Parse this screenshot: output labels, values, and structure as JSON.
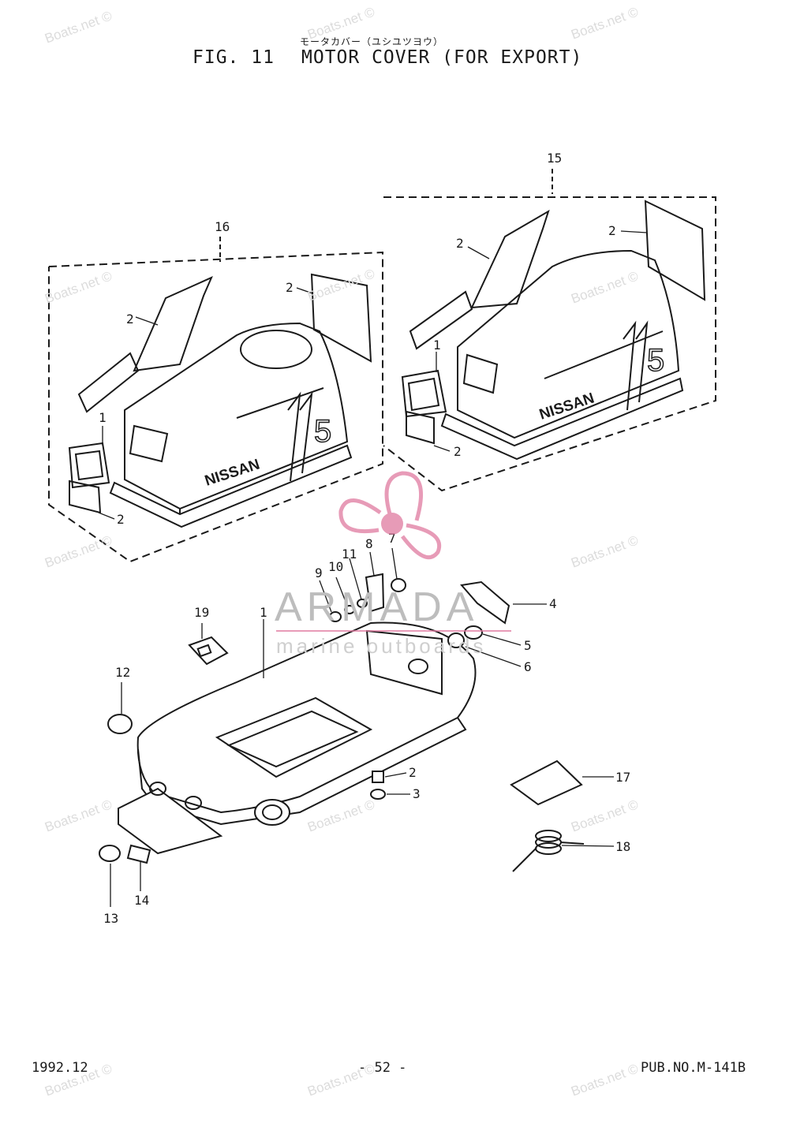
{
  "header": {
    "jp_title": "モータカバー（ユシユツヨウ）",
    "fig_label": "FIG. 11",
    "title": "MOTOR COVER (FOR EXPORT)"
  },
  "footer": {
    "date": "1992.12",
    "page": "- 52 -",
    "pub_no": "PUB.NO.M-141B"
  },
  "callouts": [
    "1",
    "2",
    "3",
    "4",
    "5",
    "6",
    "7",
    "8",
    "9",
    "10",
    "11",
    "12",
    "13",
    "14",
    "15",
    "16",
    "17",
    "18",
    "19"
  ],
  "decal_text": {
    "brand": "NISSAN",
    "model": "5"
  },
  "watermark": {
    "text": "Boats.net ©",
    "logo_main": "ARMADA",
    "logo_sub": "marine outboards",
    "logo_color": "#e07aa0"
  }
}
